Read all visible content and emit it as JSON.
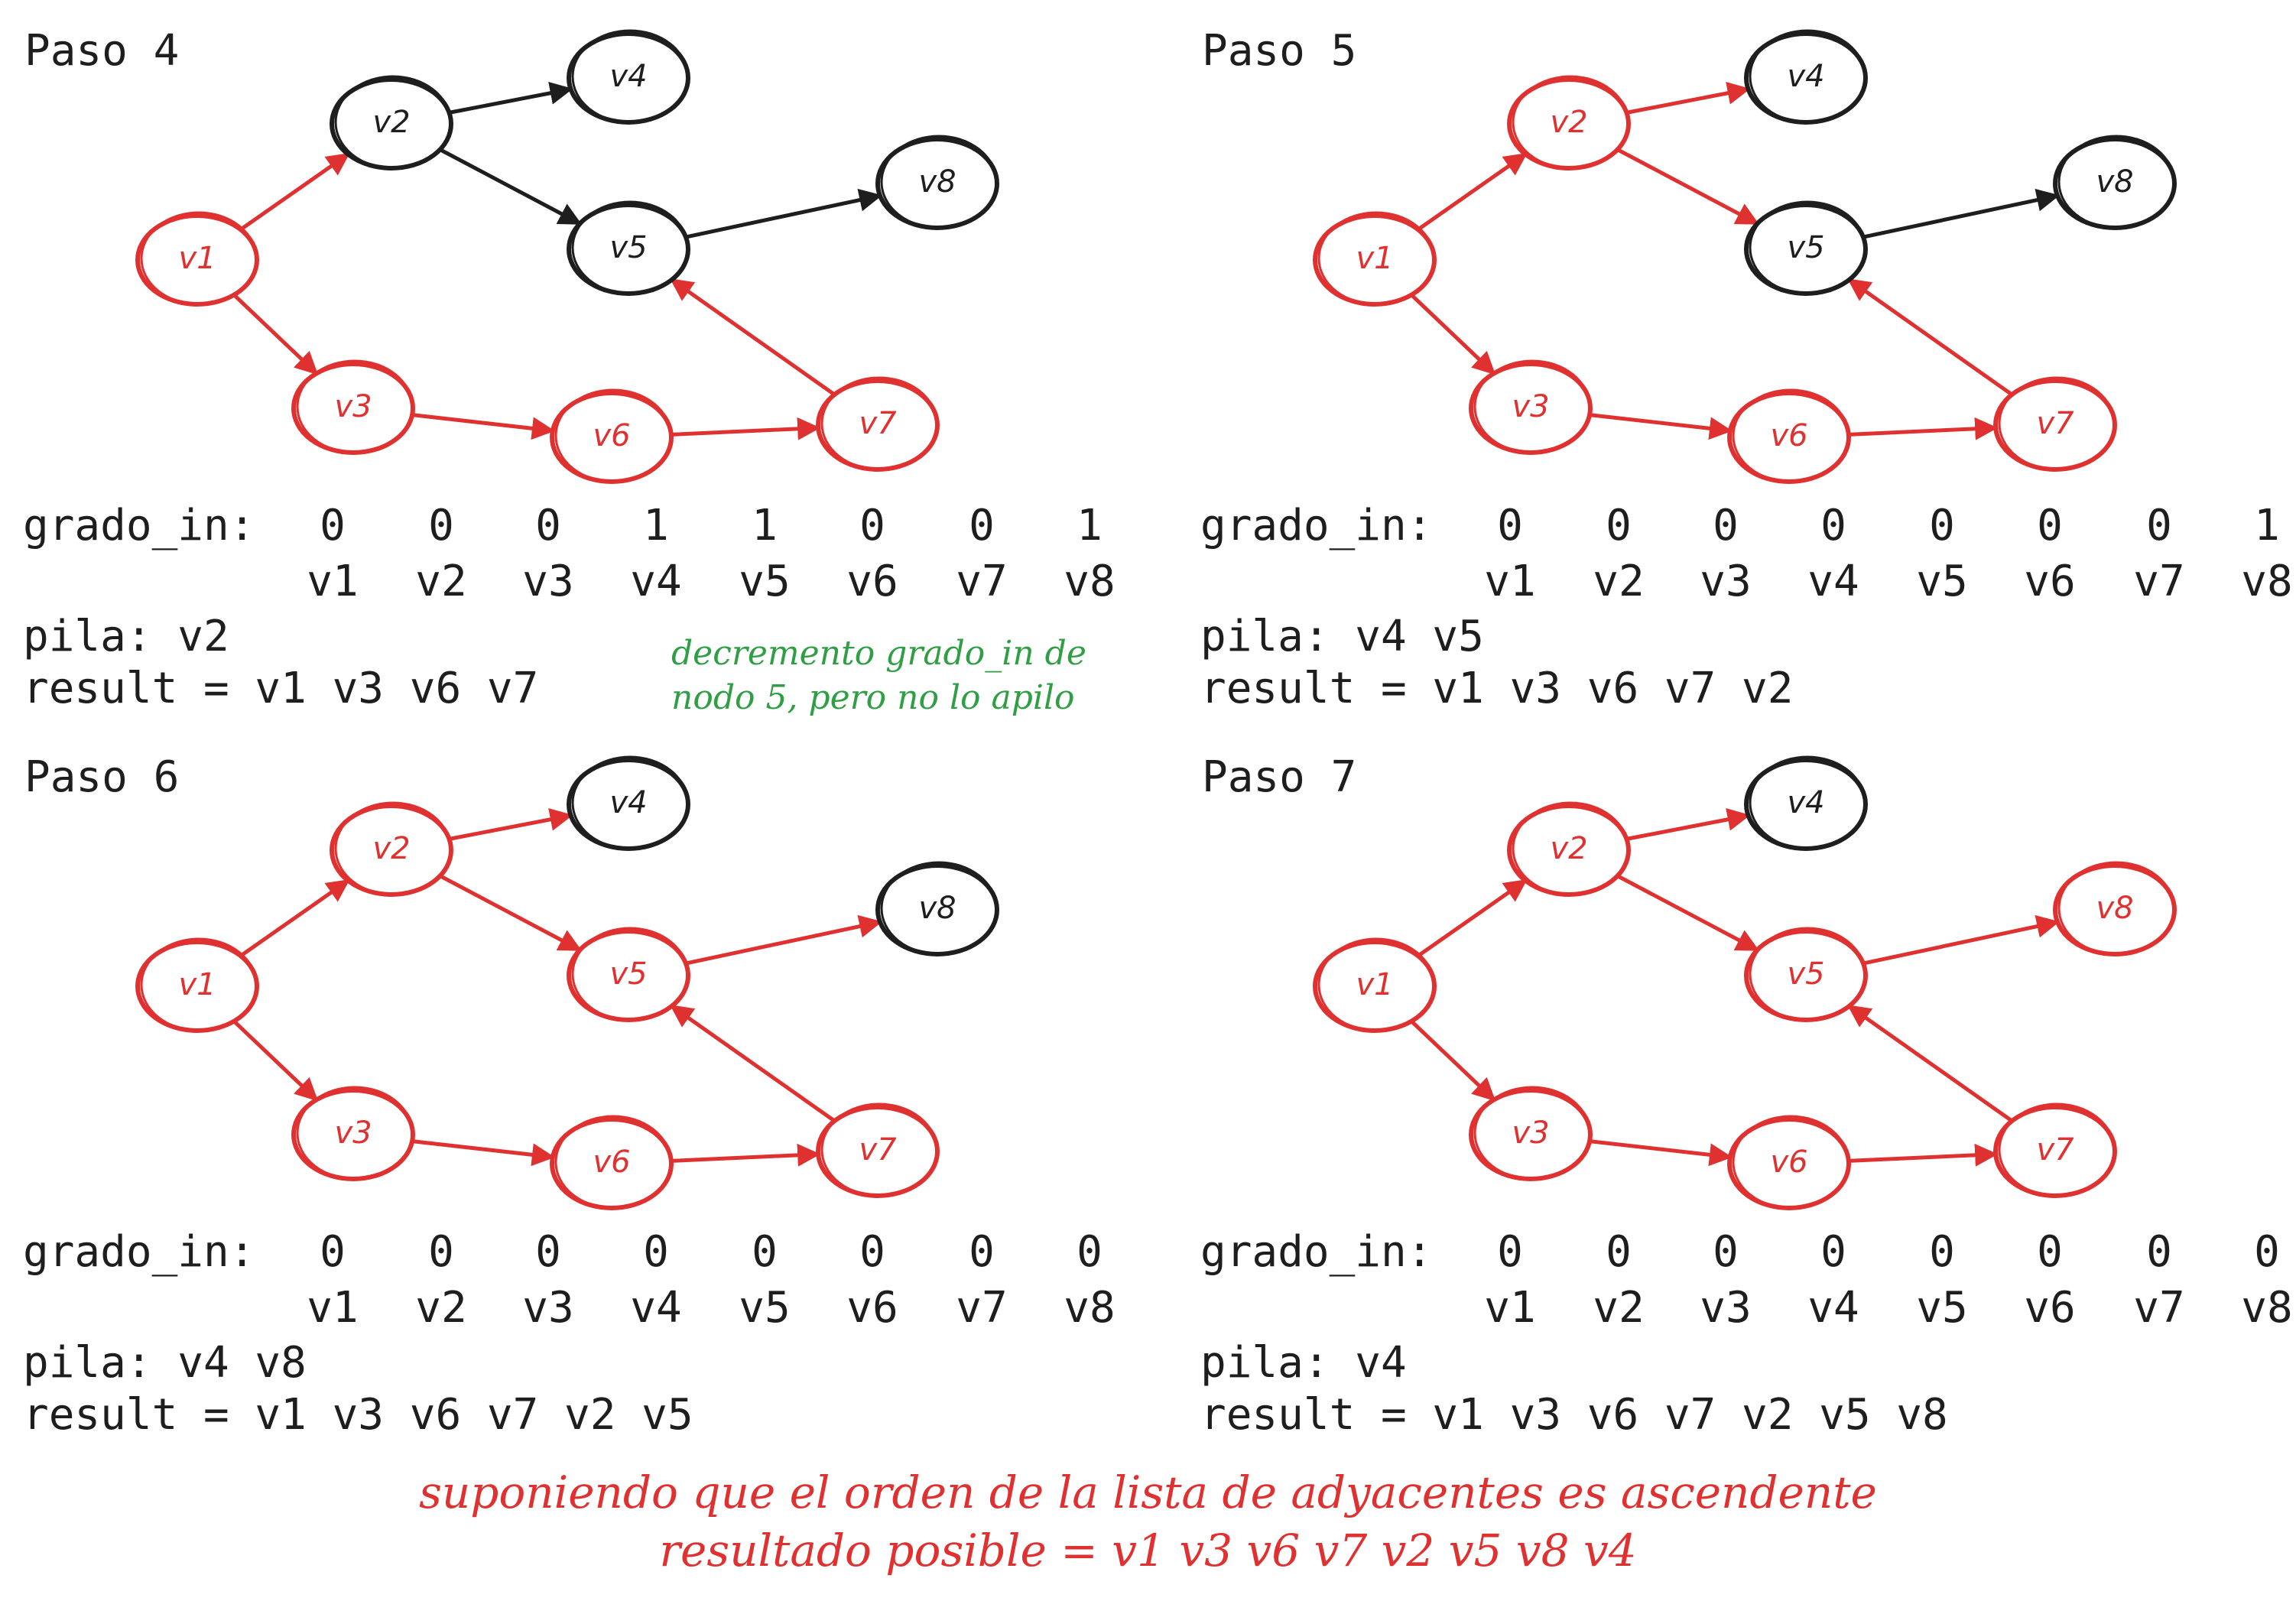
{
  "node_names": [
    "v1",
    "v2",
    "v3",
    "v4",
    "v5",
    "v6",
    "v7",
    "v8"
  ],
  "colors": {
    "visited": "#e03131",
    "pending": "#1e1e1e",
    "note": "#2f9e44"
  },
  "panels": [
    {
      "title": "Paso 4",
      "grado_label": "grado_in:",
      "grado_values": [
        "0",
        "0",
        "0",
        "1",
        "1",
        "0",
        "0",
        "1"
      ],
      "pila": "pila: v2",
      "result": "result = v1 v3 v6 v7",
      "visited_nodes": [
        "v1",
        "v3",
        "v6",
        "v7"
      ],
      "visited_edges": [
        "v1-v2",
        "v1-v3",
        "v3-v6",
        "v6-v7",
        "v7-v5"
      ]
    },
    {
      "title": "Paso 5",
      "grado_label": "grado_in:",
      "grado_values": [
        "0",
        "0",
        "0",
        "0",
        "0",
        "0",
        "0",
        "1"
      ],
      "pila": "pila: v4 v5",
      "result": "result = v1 v3 v6 v7 v2",
      "visited_nodes": [
        "v1",
        "v2",
        "v3",
        "v6",
        "v7"
      ],
      "visited_edges": [
        "v1-v2",
        "v1-v3",
        "v3-v6",
        "v6-v7",
        "v7-v5",
        "v2-v4",
        "v2-v5"
      ]
    },
    {
      "title": "Paso 6",
      "grado_label": "grado_in:",
      "grado_values": [
        "0",
        "0",
        "0",
        "0",
        "0",
        "0",
        "0",
        "0"
      ],
      "pila": "pila: v4 v8",
      "result": "result = v1 v3 v6 v7 v2 v5",
      "visited_nodes": [
        "v1",
        "v2",
        "v3",
        "v5",
        "v6",
        "v7"
      ],
      "visited_edges": [
        "v1-v2",
        "v1-v3",
        "v3-v6",
        "v6-v7",
        "v7-v5",
        "v2-v4",
        "v2-v5",
        "v5-v8"
      ]
    },
    {
      "title": "Paso 7",
      "grado_label": "grado_in:",
      "grado_values": [
        "0",
        "0",
        "0",
        "0",
        "0",
        "0",
        "0",
        "0"
      ],
      "pila": "pila: v4",
      "result": "result = v1 v3 v6 v7 v2 v5 v8",
      "visited_nodes": [
        "v1",
        "v2",
        "v3",
        "v5",
        "v6",
        "v7",
        "v8"
      ],
      "visited_edges": [
        "v1-v2",
        "v1-v3",
        "v3-v6",
        "v6-v7",
        "v7-v5",
        "v2-v4",
        "v2-v5",
        "v5-v8"
      ]
    }
  ],
  "edges": [
    "v1-v2",
    "v1-v3",
    "v2-v4",
    "v2-v5",
    "v5-v8",
    "v3-v6",
    "v6-v7",
    "v7-v5"
  ],
  "note": {
    "line1": "decremento grado_in de",
    "line2": "nodo 5, pero no lo apilo"
  },
  "footer": {
    "line1": "suponiendo que el orden de la lista de adyacentes es ascendente",
    "line2": "resultado posible = v1 v3 v6 v7 v2 v5 v8 v4"
  }
}
